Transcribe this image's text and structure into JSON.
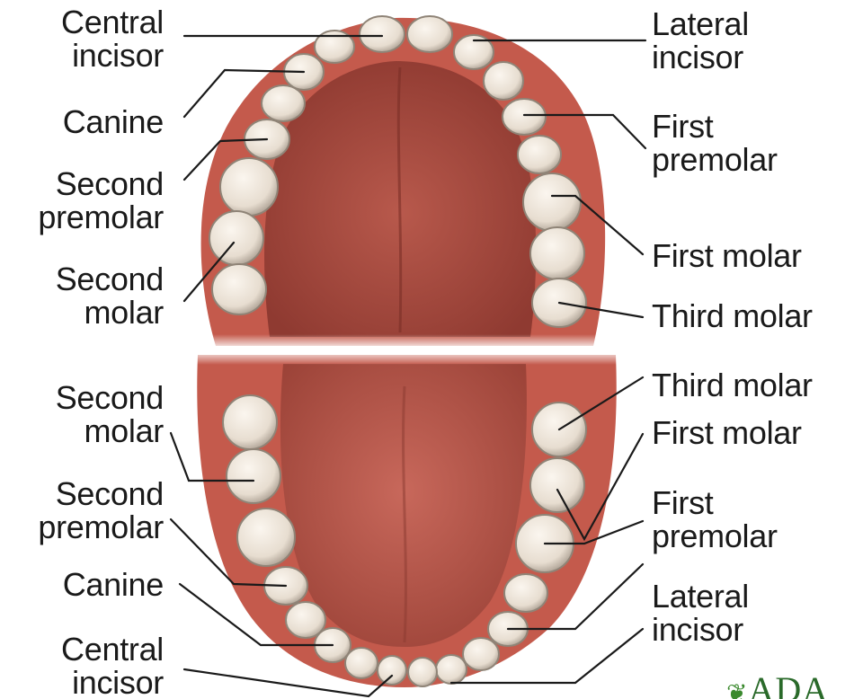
{
  "labels": {
    "upper_left": [
      "Central\nincisor",
      "Canine",
      "Second\npremolar",
      "Second\nmolar"
    ],
    "upper_right": [
      "Lateral\nincisor",
      "First\npremolar",
      "First molar",
      "Third molar"
    ],
    "lower_left": [
      "Second\nmolar",
      "Second\npremolar",
      "Canine",
      "Central\nincisor"
    ],
    "lower_right": [
      "Third molar",
      "First molar",
      "First\npremolar",
      "Lateral\nincisor"
    ]
  },
  "logo": {
    "text": "ADA",
    "icon": "leaf-icon"
  },
  "colors": {
    "gum": "#c45a4c",
    "palate": "#a8443a",
    "tongue": "#b55348",
    "tooth": "#efe7dc",
    "tooth_shadow": "#9a8f83",
    "leader_line": "#1a1a1a"
  }
}
